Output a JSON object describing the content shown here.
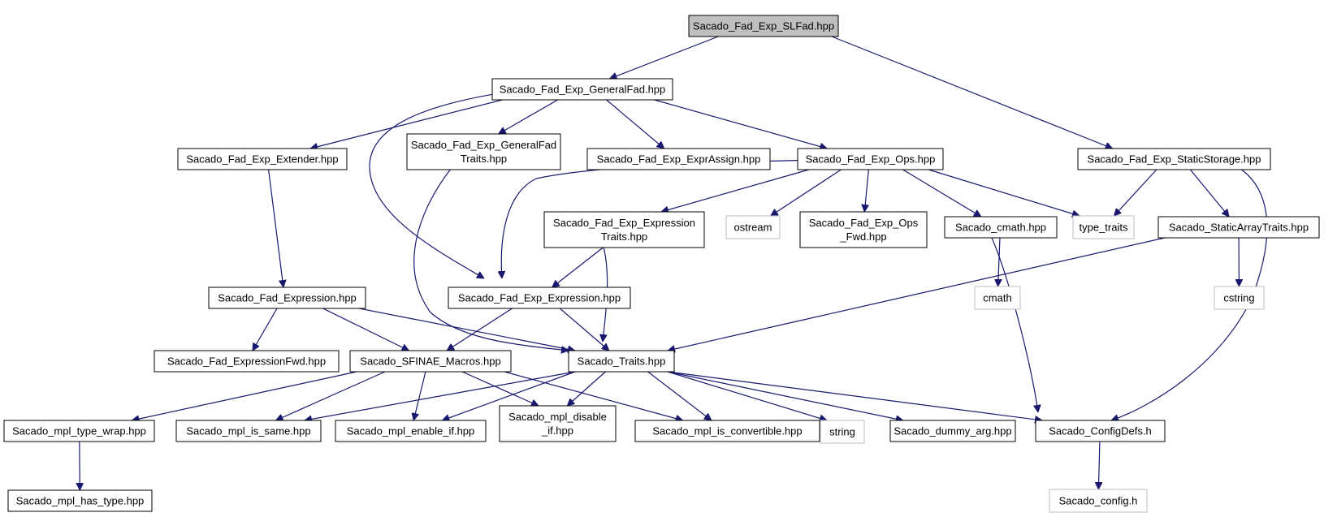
{
  "colors": {
    "edge": "#191970",
    "root_fill": "#bfbfbf",
    "node_border": "#000000",
    "external_border": "#bfbfbf"
  },
  "nodes": [
    {
      "id": "slfad",
      "lines": [
        "Sacado_Fad_Exp_SLFad.hpp"
      ],
      "root": true
    },
    {
      "id": "generalfad",
      "lines": [
        "Sacado_Fad_Exp_GeneralFad.hpp"
      ]
    },
    {
      "id": "staticstorage",
      "lines": [
        "Sacado_Fad_Exp_StaticStorage.hpp"
      ]
    },
    {
      "id": "extender",
      "lines": [
        "Sacado_Fad_Exp_Extender.hpp"
      ]
    },
    {
      "id": "gfadtraits",
      "lines": [
        "Sacado_Fad_Exp_GeneralFad",
        "Traits.hpp"
      ]
    },
    {
      "id": "exprassign",
      "lines": [
        "Sacado_Fad_Exp_ExprAssign.hpp"
      ]
    },
    {
      "id": "ops",
      "lines": [
        "Sacado_Fad_Exp_Ops.hpp"
      ]
    },
    {
      "id": "exprtraits",
      "lines": [
        "Sacado_Fad_Exp_Expression",
        "Traits.hpp"
      ]
    },
    {
      "id": "ostream",
      "lines": [
        "ostream"
      ],
      "external": true
    },
    {
      "id": "opsfwd",
      "lines": [
        "Sacado_Fad_Exp_Ops",
        "_Fwd.hpp"
      ]
    },
    {
      "id": "cmathhpp",
      "lines": [
        "Sacado_cmath.hpp"
      ]
    },
    {
      "id": "typetraits",
      "lines": [
        "type_traits"
      ],
      "external": true
    },
    {
      "id": "staticarraytraits",
      "lines": [
        "Sacado_StaticArrayTraits.hpp"
      ]
    },
    {
      "id": "fadexpression",
      "lines": [
        "Sacado_Fad_Expression.hpp"
      ]
    },
    {
      "id": "fadexpexpression",
      "lines": [
        "Sacado_Fad_Exp_Expression.hpp"
      ]
    },
    {
      "id": "cmath",
      "lines": [
        "cmath"
      ],
      "external": true
    },
    {
      "id": "cstring",
      "lines": [
        "cstring"
      ],
      "external": true
    },
    {
      "id": "expressionfwd",
      "lines": [
        "Sacado_Fad_ExpressionFwd.hpp"
      ]
    },
    {
      "id": "sfinae",
      "lines": [
        "Sacado_SFINAE_Macros.hpp"
      ]
    },
    {
      "id": "traits",
      "lines": [
        "Sacado_Traits.hpp"
      ]
    },
    {
      "id": "typewrap",
      "lines": [
        "Sacado_mpl_type_wrap.hpp"
      ]
    },
    {
      "id": "issame",
      "lines": [
        "Sacado_mpl_is_same.hpp"
      ]
    },
    {
      "id": "enableif",
      "lines": [
        "Sacado_mpl_enable_if.hpp"
      ]
    },
    {
      "id": "disableif",
      "lines": [
        "Sacado_mpl_disable",
        "_if.hpp"
      ]
    },
    {
      "id": "isconvertible",
      "lines": [
        "Sacado_mpl_is_convertible.hpp"
      ]
    },
    {
      "id": "string",
      "lines": [
        "string"
      ],
      "external": true
    },
    {
      "id": "dummyarg",
      "lines": [
        "Sacado_dummy_arg.hpp"
      ]
    },
    {
      "id": "configdefs",
      "lines": [
        "Sacado_ConfigDefs.h"
      ]
    },
    {
      "id": "hastype",
      "lines": [
        "Sacado_mpl_has_type.hpp"
      ]
    },
    {
      "id": "config",
      "lines": [
        "Sacado_config.h"
      ],
      "external": true
    }
  ],
  "edges": [
    [
      "slfad",
      "generalfad"
    ],
    [
      "slfad",
      "staticstorage"
    ],
    [
      "generalfad",
      "extender"
    ],
    [
      "generalfad",
      "gfadtraits"
    ],
    [
      "generalfad",
      "exprassign"
    ],
    [
      "generalfad",
      "ops"
    ],
    [
      "generalfad",
      "fadexpexpression"
    ],
    [
      "extender",
      "fadexpression"
    ],
    [
      "gfadtraits",
      "traits"
    ],
    [
      "ops",
      "exprtraits"
    ],
    [
      "ops",
      "ostream"
    ],
    [
      "ops",
      "opsfwd"
    ],
    [
      "ops",
      "cmathhpp"
    ],
    [
      "ops",
      "typetraits"
    ],
    [
      "ops",
      "fadexpexpression"
    ],
    [
      "staticstorage",
      "typetraits"
    ],
    [
      "staticstorage",
      "staticarraytraits"
    ],
    [
      "staticstorage",
      "configdefs"
    ],
    [
      "exprtraits",
      "fadexpexpression"
    ],
    [
      "exprtraits",
      "traits"
    ],
    [
      "cmathhpp",
      "cmath"
    ],
    [
      "cmathhpp",
      "configdefs"
    ],
    [
      "staticarraytraits",
      "cstring"
    ],
    [
      "staticarraytraits",
      "traits"
    ],
    [
      "fadexpression",
      "expressionfwd"
    ],
    [
      "fadexpression",
      "sfinae"
    ],
    [
      "fadexpression",
      "traits"
    ],
    [
      "fadexpexpression",
      "sfinae"
    ],
    [
      "fadexpexpression",
      "traits"
    ],
    [
      "sfinae",
      "typewrap"
    ],
    [
      "sfinae",
      "issame"
    ],
    [
      "sfinae",
      "enableif"
    ],
    [
      "sfinae",
      "disableif"
    ],
    [
      "sfinae",
      "isconvertible"
    ],
    [
      "traits",
      "issame"
    ],
    [
      "traits",
      "enableif"
    ],
    [
      "traits",
      "disableif"
    ],
    [
      "traits",
      "isconvertible"
    ],
    [
      "traits",
      "string"
    ],
    [
      "traits",
      "dummyarg"
    ],
    [
      "traits",
      "configdefs"
    ],
    [
      "typewrap",
      "hastype"
    ],
    [
      "configdefs",
      "config"
    ]
  ]
}
